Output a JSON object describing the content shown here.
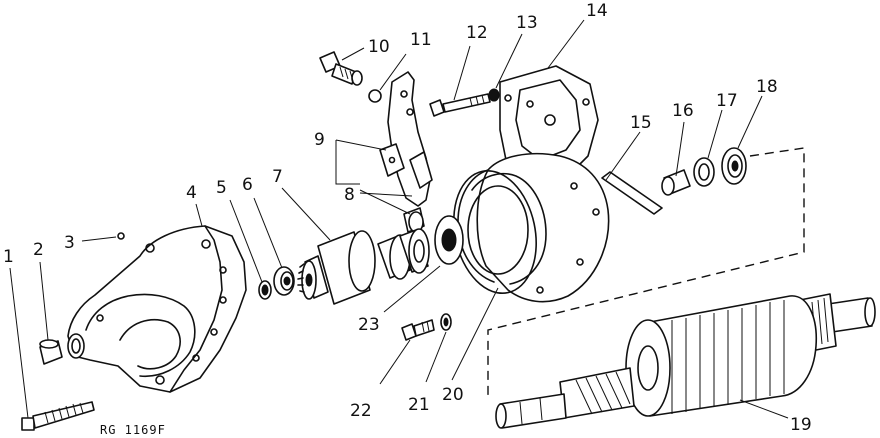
{
  "diagram": {
    "drawing_code": "RG 1169F",
    "part_numbers": [
      "1",
      "2",
      "3",
      "4",
      "5",
      "6",
      "7",
      "8",
      "9",
      "10",
      "11",
      "12",
      "13",
      "14",
      "15",
      "16",
      "17",
      "18",
      "19",
      "20",
      "21",
      "22",
      "23"
    ]
  }
}
